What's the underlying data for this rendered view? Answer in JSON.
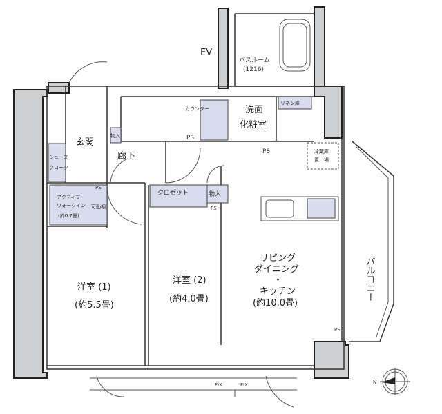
{
  "plan": {
    "ev": "EV",
    "bathroom": {
      "name": "バスルーム",
      "size": "(1216)"
    },
    "washroom": {
      "line1": "洗面",
      "line2": "化粧室"
    },
    "linen": "リネン庫",
    "counter": "カウンター",
    "entrance": "玄関",
    "hallway": "廊下",
    "storage": "物入",
    "shoes_cloak": {
      "line1": "シューズ",
      "line2": "クローク"
    },
    "walk_in": {
      "line1": "アクティブ",
      "line2": "ウォークイン",
      "line3": "(約0.7畳)"
    },
    "movable_shelf": "可動棚",
    "closet": "クロゼット",
    "room1": {
      "name": "洋室 (1)",
      "size": "(約5.5畳)"
    },
    "room2": {
      "name": "洋室 (2)",
      "size": "(約4.0畳)"
    },
    "ldk": {
      "line1": "リビング",
      "line2": "ダイニング",
      "line3": "・",
      "line4": "キッチン",
      "size": "(約10.0畳)"
    },
    "fridge": {
      "line1": "冷蔵庫",
      "line2": "置　場"
    },
    "balcony": "バルコニー",
    "ps": "PS",
    "fix1": "FIX",
    "fix2": "FIX",
    "compass": "N"
  }
}
